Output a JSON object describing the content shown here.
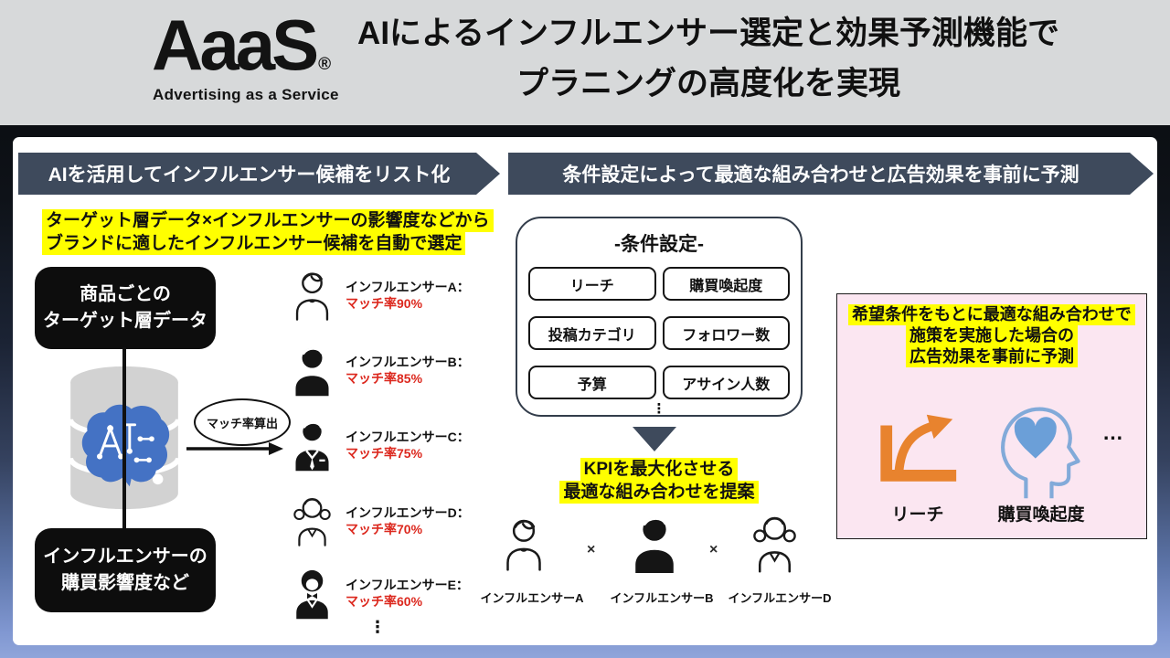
{
  "header": {
    "logo_text": "AaaS",
    "logo_registered": "®",
    "logo_tagline": "Advertising as a Service",
    "title_line1": "AIによるインフルエンサー選定と効果予測機能で",
    "title_line2": "プラニングの高度化を実現"
  },
  "left_section": {
    "banner": "AIを活用してインフルエンサー候補をリスト化",
    "highlight_line1": "ターゲット層データ×インフルエンサーの影響度などから",
    "highlight_line2": "ブランドに適したインフルエンサー候補を自動で選定",
    "box_product_line1": "商品ごとの",
    "box_product_line2": "ターゲット層データ",
    "box_influence_line1": "インフルエンサーの",
    "box_influence_line2": "購買影響度など",
    "match_calc_label": "マッチ率算出",
    "influencers": [
      {
        "name": "インフルエンサーA：",
        "match": "マッチ率90%"
      },
      {
        "name": "インフルエンサーB：",
        "match": "マッチ率85%"
      },
      {
        "name": "インフルエンサーC：",
        "match": "マッチ率75%"
      },
      {
        "name": "インフルエンサーD：",
        "match": "マッチ率70%"
      },
      {
        "name": "インフルエンサーE：",
        "match": "マッチ率60%"
      }
    ],
    "more_ellipsis": "⋮"
  },
  "middle_section": {
    "banner": "条件設定によって最適な組み合わせと広告効果を事前に予測",
    "panel_title": "-条件設定-",
    "conditions": [
      "リーチ",
      "購買喚起度",
      "投稿カテゴリ",
      "フォロワー数",
      "予算",
      "アサイン人数"
    ],
    "more_ellipsis": "⋮",
    "kpi_line1": "KPIを最大化させる",
    "kpi_line2": "最適な組み合わせを提案",
    "times_symbol": "×",
    "combination": [
      "インフルエンサーA",
      "インフルエンサーB",
      "インフルエンサーD"
    ]
  },
  "right_section": {
    "highlight_line1": "希望条件をもとに最適な組み合わせで",
    "highlight_line2": "施策を実施した場合の",
    "highlight_line3": "広告効果を事前に予測",
    "reach_label": "リーチ",
    "purchase_label": "購買喚起度",
    "more_ellipsis": "…"
  },
  "icons": {
    "database-icon": "gray stacked cylinder database",
    "ai-brain-icon": "blue brain with white circuit nodes",
    "man-outline-icon": "outlined male avatar",
    "man-filled-icon": "solid black male avatar",
    "businessman-icon": "solid male avatar with suit and tie",
    "girl-pigtails-icon": "outlined girl avatar with pigtails",
    "woman-filled-icon": "solid female avatar",
    "flow-arrow-right-icon": "black right arrow",
    "flow-arrow-down-icon": "dark downward chevron triangle",
    "growth-chart-icon": "orange axes with rising curved arrow",
    "head-heart-icon": "blue head silhouette with heart inside"
  },
  "colors": {
    "header_bg": "#d7d9da",
    "banner_bg": "#3e4a5c",
    "highlight_yellow": "#ffff00",
    "match_red": "#dc281e",
    "brain_blue": "#4472c4",
    "pink_box_bg": "#fbe6f1",
    "chart_orange": "#e8832e",
    "head_blue": "#6b9fd8",
    "black_box": "#0d0d0d",
    "bottom_band_blue": "#8097d1"
  }
}
